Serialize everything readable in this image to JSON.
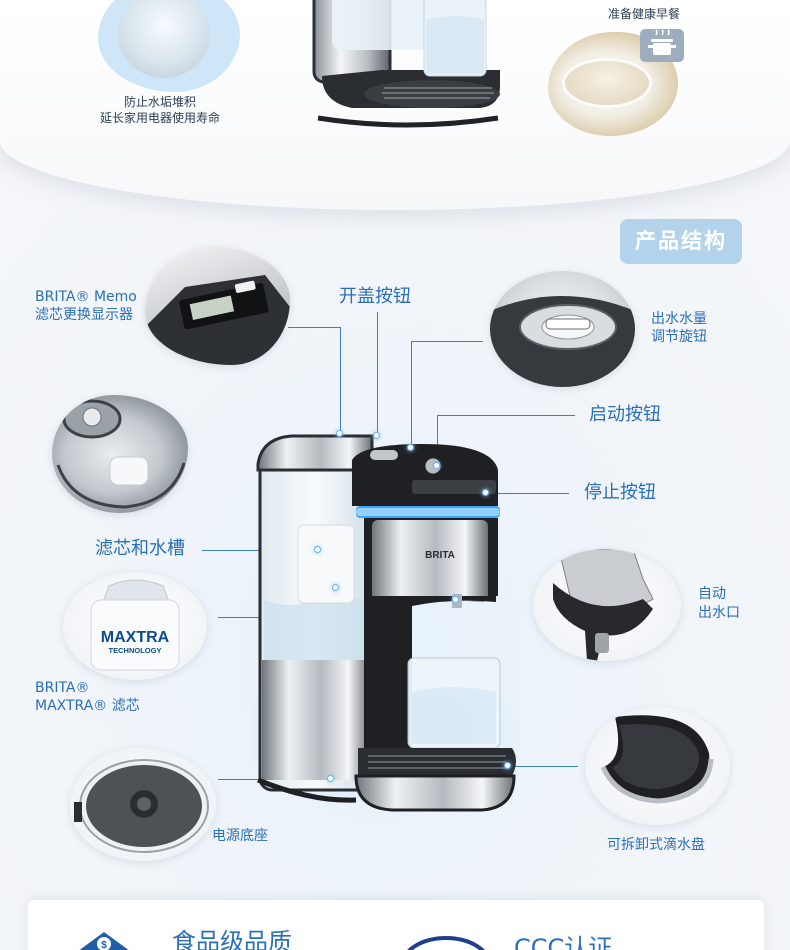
{
  "top": {
    "captions": {
      "scale_line1": "防止水垢堆积",
      "scale_line2": "延长家用电器使用寿命",
      "breakfast": "准备健康早餐"
    },
    "icons": [
      "kettle-top-image",
      "breakfast-pot-icon"
    ]
  },
  "structure": {
    "title": "产品结构",
    "labels": {
      "memo_line1": "BRITA® Memo",
      "memo_line2": "滤芯更换显示器",
      "lid_button": "开盖按钮",
      "dial_line1": "出水水量",
      "dial_line2": "调节旋钮",
      "start_button": "启动按钮",
      "stop_button": "停止按钮",
      "filter_tank": "滤芯和水槽",
      "spout_line1": "自动",
      "spout_line2": "出水口",
      "maxtra_line1": "BRITA®",
      "maxtra_line2": "MAXTRA® 滤芯",
      "base": "电源底座",
      "drip_tray": "可拆卸式滴水盘"
    },
    "product_text": {
      "brand": "BRITA",
      "filter_brand": "MAXTRA",
      "filter_sub": "TECHNOLOGY"
    }
  },
  "bottom": {
    "left_title": "食品级品质",
    "right_title": "CCC认证"
  },
  "colors": {
    "accent_blue": "#2a6fb8",
    "title_badge": "#b3d2ec",
    "glow_blue": "#3fa6f2"
  }
}
